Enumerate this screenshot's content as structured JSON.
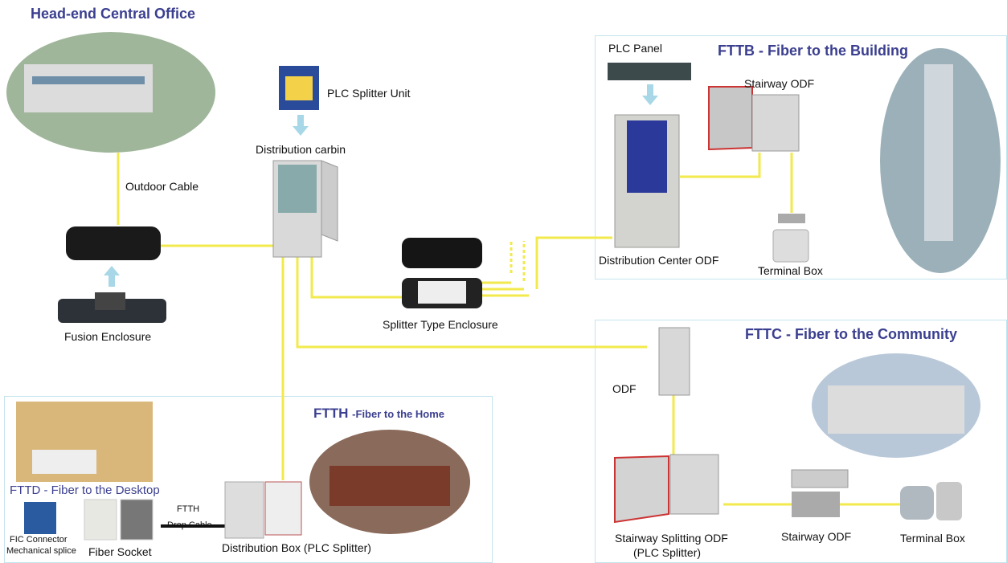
{
  "colors": {
    "fiber": "#f2ea4c",
    "title": "#3b3f8f",
    "region_border": "#c4e4ee",
    "arrow": "#a8d8e8"
  },
  "head_end": {
    "title": "Head-end Central Office",
    "outdoor_cable": "Outdoor Cable",
    "fusion_enclosure": "Fusion Enclosure"
  },
  "center": {
    "plc_splitter_unit": "PLC Splitter Unit",
    "distribution_cabin": "Distribution carbin",
    "splitter_enclosure": "Splitter Type Enclosure"
  },
  "fttb": {
    "title": "FTTB - Fiber to the Building",
    "plc_panel": "PLC Panel",
    "stairway_odf": "Stairway ODF",
    "distribution_center_odf": "Distribution Center ODF",
    "terminal_box": "Terminal Box"
  },
  "fttc": {
    "title": "FTTC - Fiber to the Community",
    "odf": "ODF",
    "stairway_splitting_odf": "Stairway Splitting ODF",
    "plc_splitter": "(PLC Splitter)",
    "stairway_odf": "Stairway ODF",
    "terminal_box": "Terminal Box"
  },
  "ftth": {
    "title_main": "FTTH",
    "title_sub": "-Fiber to the Home",
    "fttd": "FTTD - Fiber to the Desktop",
    "fic_connector": "FIC Connector",
    "mechanical_splice": "Mechanical splice",
    "fiber_socket": "Fiber Socket",
    "drop_cable_1": "FTTH",
    "drop_cable_2": "Drop Cable",
    "distribution_box": "Distribution Box (PLC Splitter)"
  }
}
